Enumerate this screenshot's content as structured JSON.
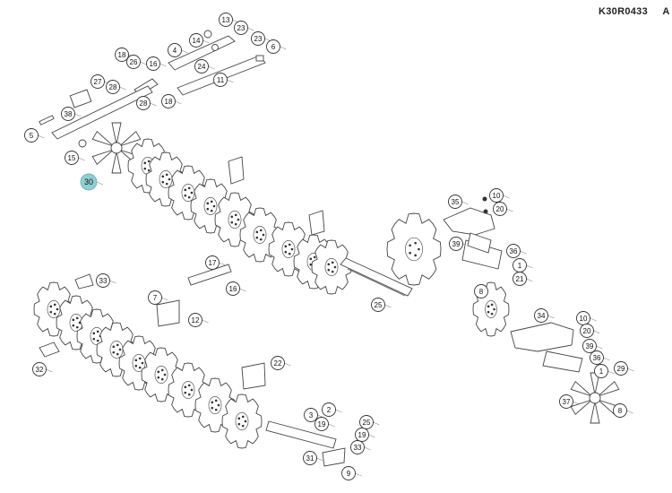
{
  "diagram": {
    "doc_code": "K30R0433",
    "sheet_letter": "A",
    "highlight_color": "#8fcfd2",
    "callouts": [
      "13",
      "23",
      "14",
      "4",
      "23",
      "6",
      "18",
      "26",
      "16",
      "24",
      "27",
      "28",
      "11",
      "28",
      "18",
      "38",
      "5",
      "15",
      "30",
      "10",
      "35",
      "20",
      "39",
      "36",
      "1",
      "21",
      "17",
      "8",
      "16",
      "7",
      "33",
      "12",
      "34",
      "10",
      "20",
      "39",
      "36",
      "22",
      "32",
      "1",
      "29",
      "37",
      "8",
      "2",
      "25",
      "3",
      "19",
      "19",
      "33",
      "31",
      "9",
      "25"
    ]
  }
}
